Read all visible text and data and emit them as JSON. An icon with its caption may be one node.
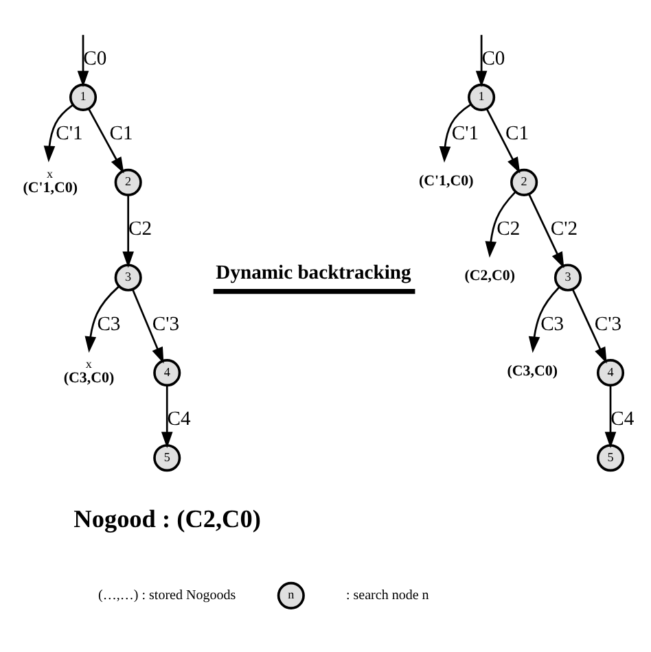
{
  "diagram": {
    "nodes": [
      {
        "text": [
          "1"
        ]
      },
      {
        "text": [
          "(C'1,C0)"
        ],
        "beside": [
          "x"
        ]
      },
      {
        "text": [
          "2"
        ]
      },
      {
        "text": [
          "3"
        ]
      },
      {
        "text": [
          "(C3,C0)"
        ],
        "beside": [
          "x"
        ]
      },
      {
        "text": [
          "4"
        ]
      },
      {
        "text": [
          "5"
        ]
      },
      {
        "text": [
          "1"
        ]
      },
      {
        "text": [
          "(C'1,C0)"
        ]
      },
      {
        "text": [
          "2"
        ]
      },
      {
        "text": [
          "(C2,C0)"
        ]
      },
      {
        "text": [
          "3"
        ]
      },
      {
        "text": [
          "(C3,C0)"
        ]
      },
      {
        "text": [
          "4"
        ]
      },
      {
        "text": [
          "5"
        ]
      },
      {
        "text": [
          "n"
        ]
      }
    ],
    "edges": [
      {
        "from": null,
        "to": 0,
        "arrow": "to",
        "label": "C0"
      },
      {
        "from": 0,
        "to": 1,
        "arrow": "to",
        "label": "C'1"
      },
      {
        "from": 0,
        "to": 2,
        "arrow": "to",
        "label": "C1"
      },
      {
        "from": 2,
        "to": 3,
        "arrow": "to",
        "label": "C2"
      },
      {
        "from": 3,
        "to": 4,
        "arrow": "to",
        "label": "C3"
      },
      {
        "from": 3,
        "to": 5,
        "arrow": "to",
        "label": "C'3"
      },
      {
        "from": 5,
        "to": 6,
        "arrow": "to",
        "label": "C4"
      },
      {
        "from": null,
        "to": 7,
        "arrow": "to",
        "label": "C0"
      },
      {
        "from": 7,
        "to": 8,
        "arrow": "to",
        "label": "C'1"
      },
      {
        "from": 7,
        "to": 9,
        "arrow": "to",
        "label": "C1"
      },
      {
        "from": 9,
        "to": 10,
        "arrow": "to",
        "label": "C2"
      },
      {
        "from": 9,
        "to": 11,
        "arrow": "to",
        "label": "C'2"
      },
      {
        "from": 11,
        "to": 12,
        "arrow": "to",
        "label": "C3"
      },
      {
        "from": 11,
        "to": 13,
        "arrow": "to",
        "label": "C'3"
      },
      {
        "from": 13,
        "to": 14,
        "arrow": "to",
        "label": "C4"
      }
    ],
    "labels": [
      "Dynamic backtracking",
      "Nogood : (C2,C0)"
    ],
    "legend": [
      {
        "text": "(…,…) : stored Nogoods"
      },
      {
        "text": ": search node n"
      }
    ]
  }
}
